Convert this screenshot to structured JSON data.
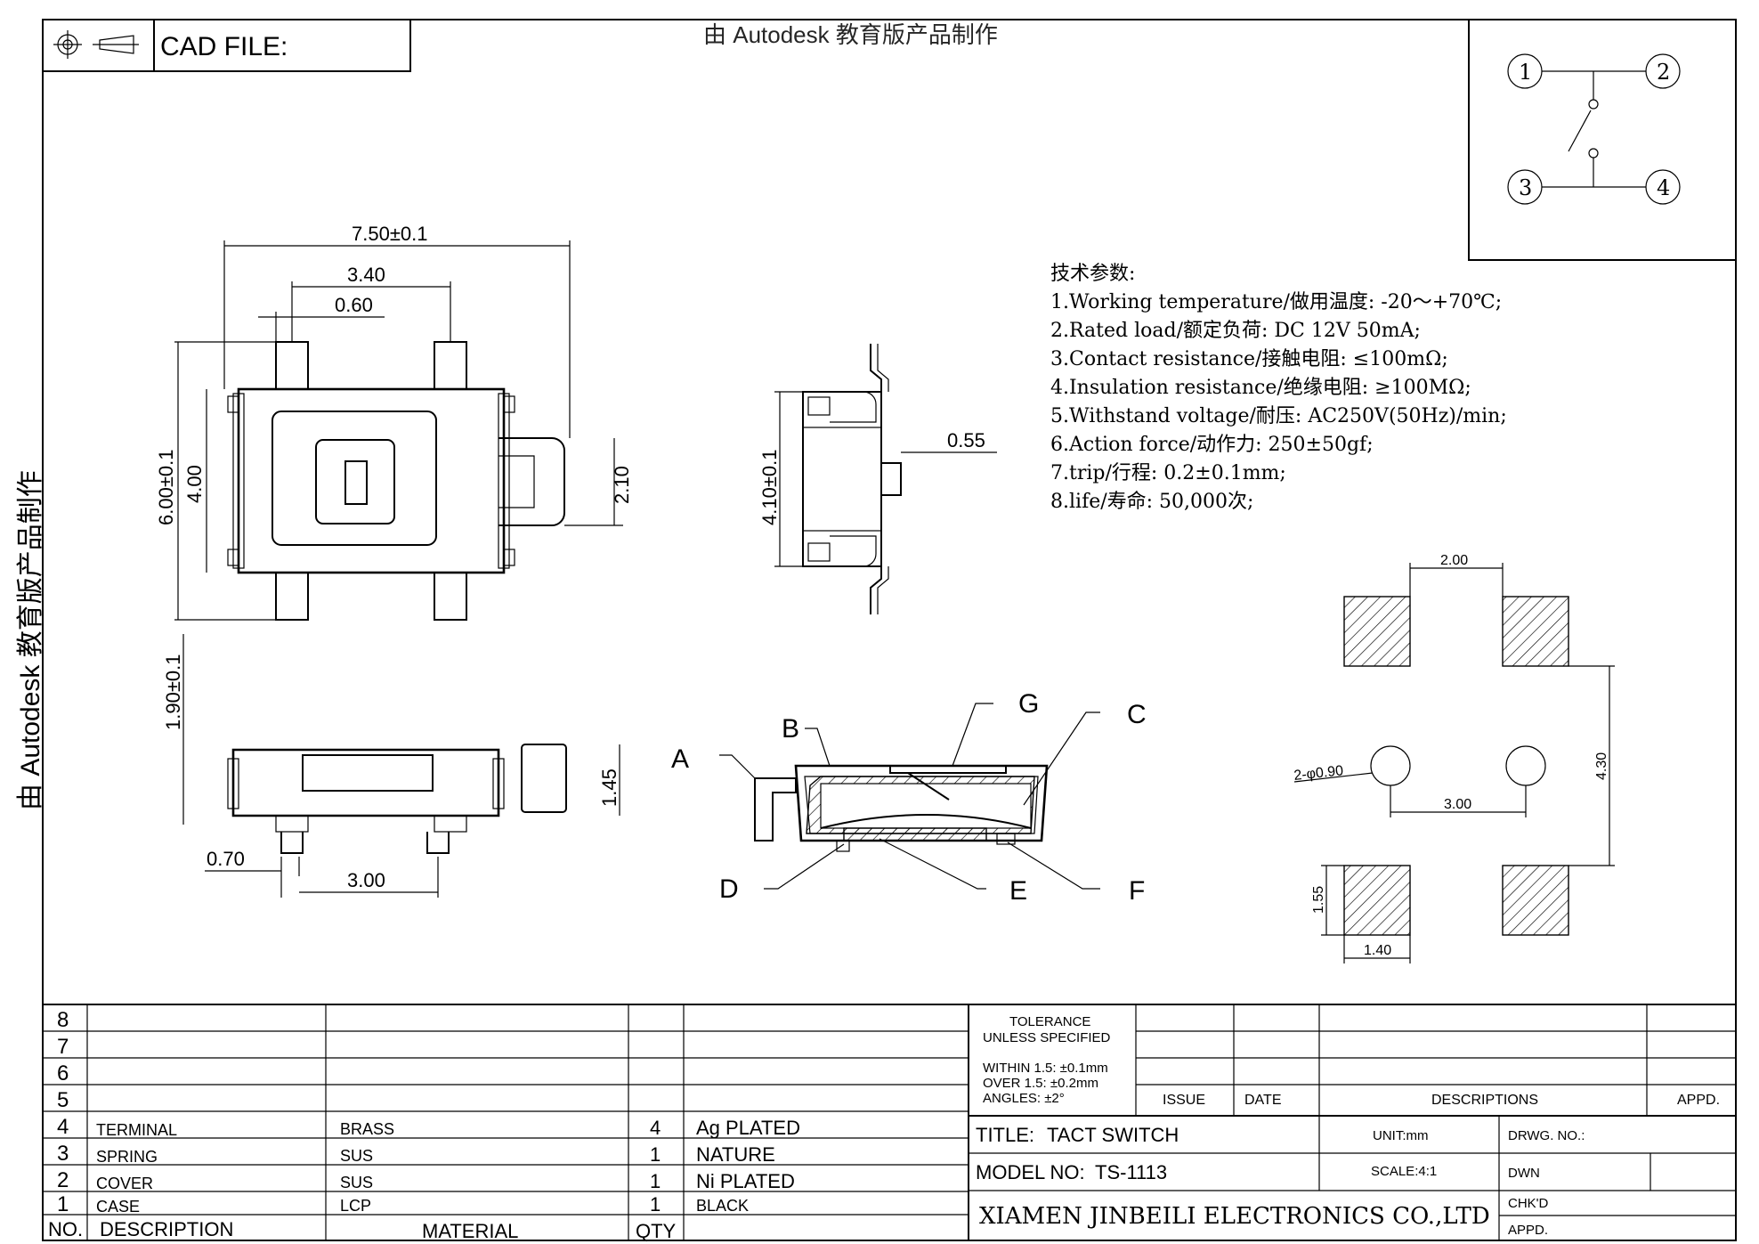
{
  "titleblock": {
    "cad_file": "CAD FILE:",
    "title_label": "TITLE:",
    "title": "TACT SWITCH",
    "model_label": "MODEL NO:",
    "model": "TS-1113",
    "company": "XIAMEN JINBEILI ELECTRONICS CO.,LTD",
    "unit": "UNIT:mm",
    "scale": "SCALE:4:1",
    "drwg_no": "DRWG. NO.:",
    "dwn": "DWN",
    "chkd": "CHK'D",
    "appd": "APPD.",
    "tolerance": [
      "TOLERANCE",
      "UNLESS SPECIFIED",
      "WITHIN 1.5: ±0.1mm",
      "OVER 1.5:  ±0.2mm",
      "ANGLES: ±2°"
    ],
    "rev_headers": [
      "ISSUE",
      "DATE",
      "DESCRIPTIONS",
      "APPD."
    ]
  },
  "bom": {
    "headers": [
      "NO.",
      "DESCRIPTION",
      "MATERIAL",
      "QTY",
      ""
    ],
    "rows": [
      {
        "no": "8",
        "desc": "",
        "material": "",
        "qty": "",
        "finish": ""
      },
      {
        "no": "7",
        "desc": "",
        "material": "",
        "qty": "",
        "finish": ""
      },
      {
        "no": "6",
        "desc": "",
        "material": "",
        "qty": "",
        "finish": ""
      },
      {
        "no": "5",
        "desc": "",
        "material": "",
        "qty": "",
        "finish": ""
      },
      {
        "no": "4",
        "desc": "TERMINAL",
        "material": "BRASS",
        "qty": "4",
        "finish": "Ag PLATED"
      },
      {
        "no": "3",
        "desc": "SPRING",
        "material": "SUS",
        "qty": "1",
        "finish": "NATURE"
      },
      {
        "no": "2",
        "desc": "COVER",
        "material": "SUS",
        "qty": "1",
        "finish": "Ni PLATED"
      },
      {
        "no": "1",
        "desc": "CASE",
        "material": "LCP",
        "qty": "1",
        "finish": "BLACK"
      }
    ]
  },
  "specs": {
    "heading": "技术参数:",
    "items": [
      "1.Working temperature/做用温度: -20～+70℃;",
      "2.Rated load/额定负荷: DC 12V 50mA;",
      "3.Contact resistance/接触电阻: ≤100mΩ;",
      "4.Insulation resistance/绝缘电阻: ≥100MΩ;",
      "5.Withstand voltage/耐压: AC250V(50Hz)/min;",
      "6.Action force/动作力: 250±50gf;",
      "7.trip/行程: 0.2±0.1mm;",
      "8.life/寿命: 50,000次;"
    ]
  },
  "schematic": {
    "pins": [
      "1",
      "2",
      "3",
      "4"
    ]
  },
  "dimensions": {
    "top_width": "7.50±0.1",
    "top_340": "3.40",
    "top_060": "0.60",
    "top_height": "6.00±0.1",
    "top_400": "4.00",
    "top_210": "2.10",
    "side_410": "4.10±0.1",
    "side_055": "0.55",
    "front_190": "1.90±0.1",
    "front_145": "1.45",
    "front_070": "0.70",
    "front_300": "3.00",
    "pad_200": "2.00",
    "pad_430": "4.30",
    "pad_300": "3.00",
    "pad_hole": "2-φ0.90",
    "pad_155": "1.55",
    "pad_140": "1.40"
  },
  "section_labels": [
    "A",
    "B",
    "G",
    "C",
    "D",
    "E",
    "F"
  ],
  "watermark": "由 Autodesk 教育版产品制作"
}
